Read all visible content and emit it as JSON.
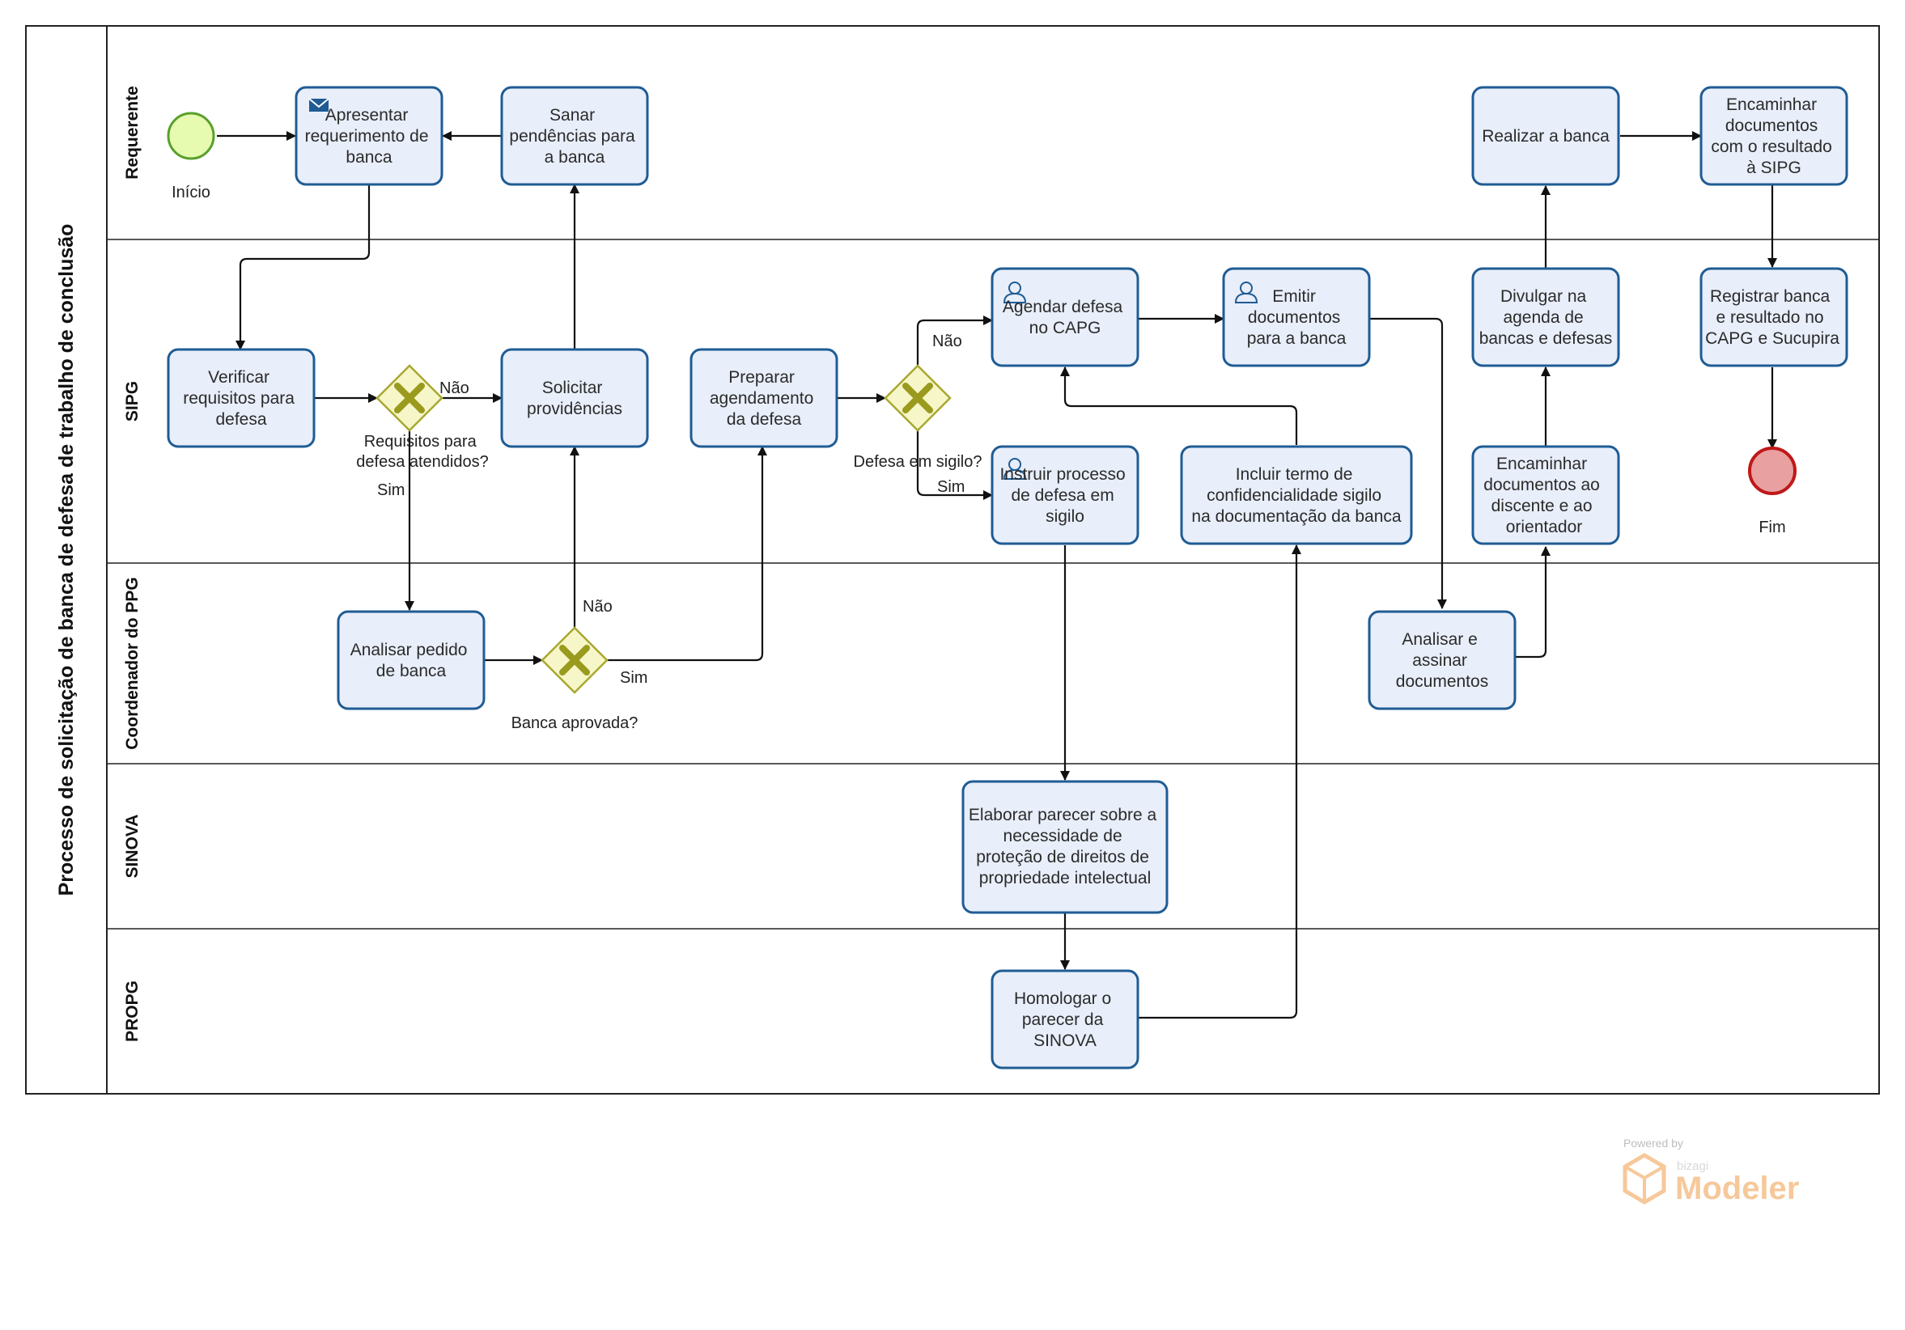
{
  "pool": {
    "title": "Processo de solicitação de banca de defesa de trabalho de conclusão"
  },
  "lanes": [
    {
      "id": "requerente",
      "label": "Requerente"
    },
    {
      "id": "sipg",
      "label": "SIPG"
    },
    {
      "id": "coordenador",
      "label": "Coordenador do PPG"
    },
    {
      "id": "sinova",
      "label": "SINOVA"
    },
    {
      "id": "propg",
      "label": "PROPG"
    }
  ],
  "events": {
    "start": {
      "label": "Início"
    },
    "end": {
      "label": "Fim"
    }
  },
  "tasks": {
    "apresentar": {
      "lines": [
        "Apresentar",
        "requerimento de",
        "banca"
      ],
      "icon": "envelope-icon"
    },
    "sanar": {
      "lines": [
        "Sanar",
        "pendências para",
        "a banca"
      ]
    },
    "realizar": {
      "lines": [
        "Realizar a banca"
      ]
    },
    "encaminhar_sipg": {
      "lines": [
        "Encaminhar",
        "documentos",
        "com o resultado",
        "à SIPG"
      ]
    },
    "verificar": {
      "lines": [
        "Verificar",
        "requisitos para",
        "defesa"
      ]
    },
    "solicitar": {
      "lines": [
        "Solicitar",
        "providências"
      ]
    },
    "preparar": {
      "lines": [
        "Preparar",
        "agendamento",
        "da defesa"
      ]
    },
    "agendar": {
      "lines": [
        "Agendar defesa",
        "no CAPG"
      ],
      "icon": "user-icon"
    },
    "emitir": {
      "lines": [
        "Emitir",
        "documentos",
        "para a banca"
      ],
      "icon": "user-icon"
    },
    "divulgar": {
      "lines": [
        "Divulgar na",
        "agenda de",
        "bancas e defesas"
      ]
    },
    "registrar": {
      "lines": [
        "Registrar banca",
        "e resultado no",
        "CAPG e Sucupira"
      ]
    },
    "instruir": {
      "lines": [
        "Instruir processo",
        "de defesa em",
        "sigilo"
      ],
      "icon": "user-icon"
    },
    "incluir": {
      "lines": [
        "Incluir termo de",
        "confidencialidade sigilo",
        "na documentação da banca"
      ]
    },
    "encaminhar_discente": {
      "lines": [
        "Encaminhar",
        "documentos ao",
        "discente e ao",
        "orientador"
      ]
    },
    "analisar_pedido": {
      "lines": [
        "Analisar pedido",
        "de banca"
      ]
    },
    "analisar_assinar": {
      "lines": [
        "Analisar e",
        "assinar",
        "documentos"
      ]
    },
    "elaborar": {
      "lines": [
        "Elaborar parecer sobre a",
        "necessidade de",
        "proteção de direitos de",
        "propriedade intelectual"
      ]
    },
    "homologar": {
      "lines": [
        "Homologar o",
        "parecer da",
        "SINOVA"
      ]
    }
  },
  "gateways": {
    "requisitos": {
      "lines": [
        "Requisitos para",
        "defesa atendidos?"
      ]
    },
    "sigilo": {
      "lines": [
        "Defesa em sigilo?"
      ]
    },
    "banca": {
      "lines": [
        "Banca aprovada?"
      ]
    }
  },
  "flow_labels": {
    "nao_requisitos": "Não",
    "sim_requisitos": "Sim",
    "nao_sigilo": "Não",
    "sim_sigilo": "Sim",
    "nao_banca": "Não",
    "sim_banca": "Sim"
  },
  "watermark": {
    "powered": "Powered by",
    "brand": "bizagi",
    "product": "Modeler"
  },
  "colors": {
    "task_fill": "#e8eefa",
    "task_stroke": "#1f5c94",
    "start_fill": "#e6fab0",
    "start_stroke": "#5aa02c",
    "end_fill": "#e8a0a0",
    "end_stroke": "#c01818",
    "gateway_fill": "#f6f6c8",
    "gateway_stroke": "#a8a832",
    "gateway_mark": "#9a9a1e",
    "watermark": "#f6c89a"
  }
}
